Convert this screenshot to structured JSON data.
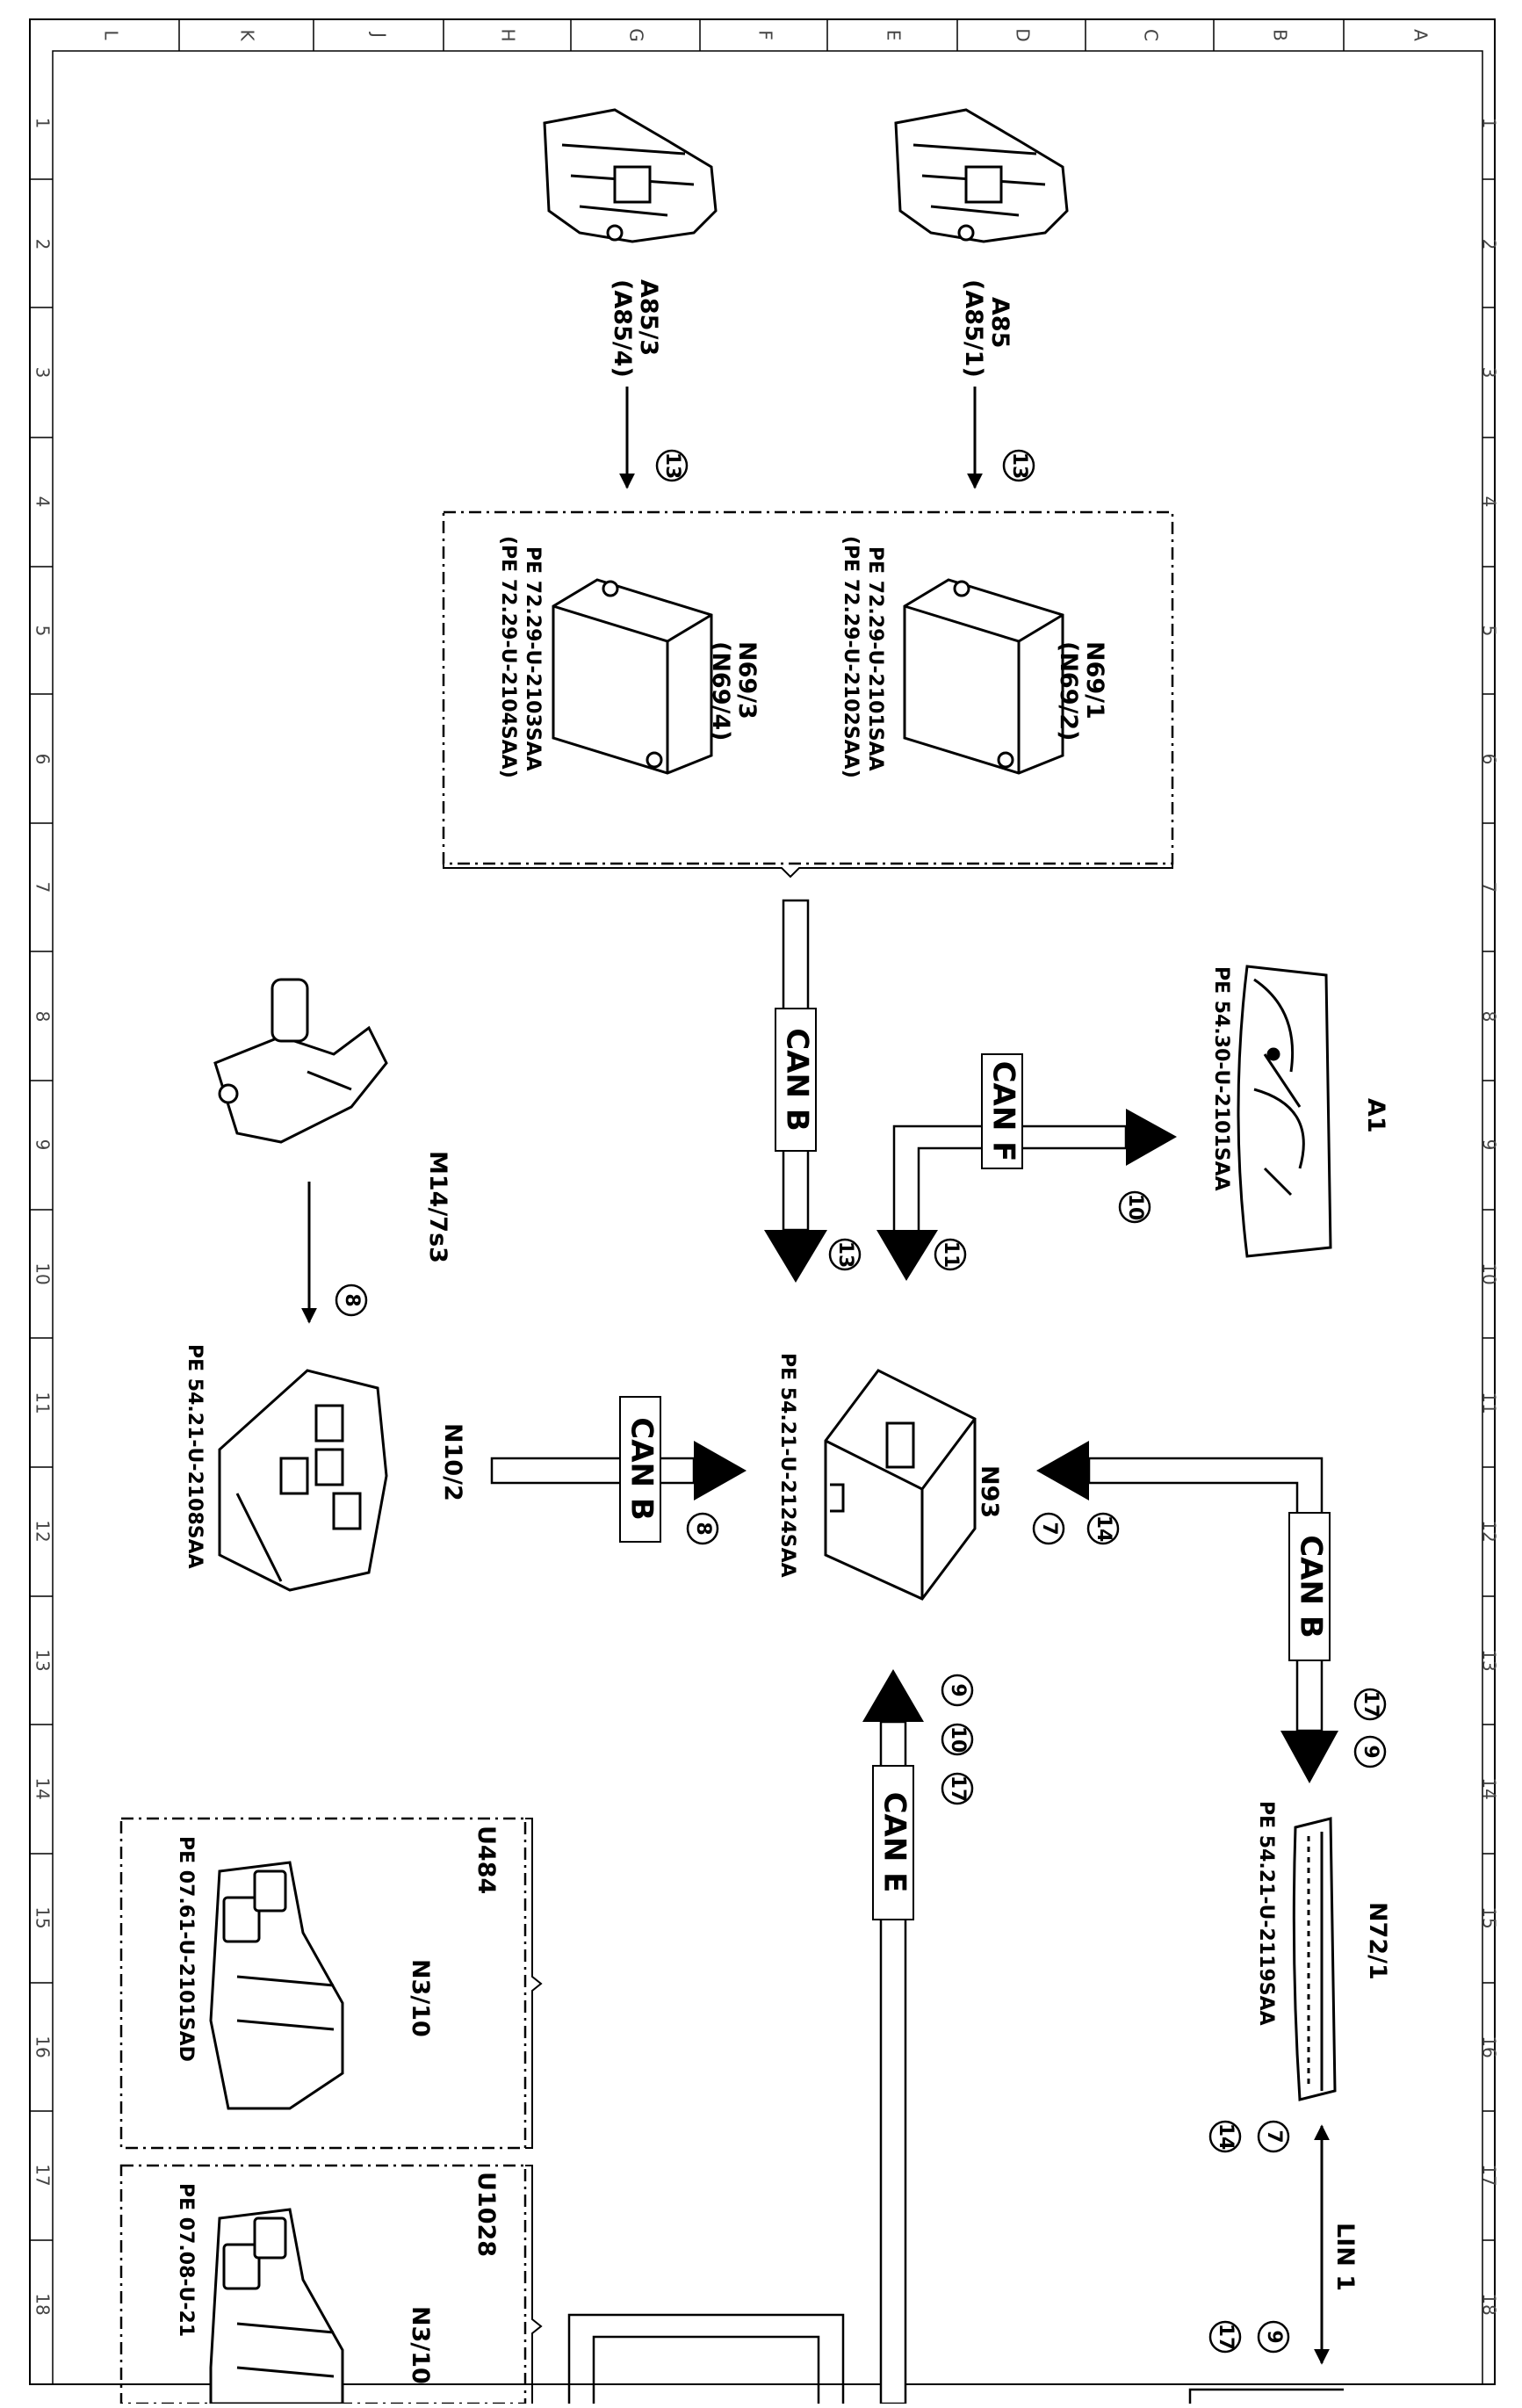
{
  "grid": {
    "columns": [
      "L",
      "K",
      "J",
      "H",
      "G",
      "F",
      "E",
      "D",
      "C",
      "B",
      "A"
    ],
    "rows": [
      "1",
      "2",
      "3",
      "4",
      "5",
      "6",
      "7",
      "8",
      "9",
      "10",
      "11",
      "12",
      "13",
      "14",
      "15",
      "16",
      "17",
      "18"
    ]
  },
  "components": {
    "a85": {
      "name": "A85",
      "alt": "(A85/1)"
    },
    "a85_3": {
      "name": "A85/3",
      "alt": "(A85/4)"
    },
    "n69_1": {
      "name": "N69/1",
      "alt": "(N69/2)",
      "ref1": "PE 72.29-U-2101SAA",
      "ref2": "(PE 72.29-U-2102SAA)"
    },
    "n69_3": {
      "name": "N69/3",
      "alt": "(N69/4)",
      "ref1": "PE 72.29-U-2103SAA",
      "ref2": "(PE 72.29-U-2104SAA)"
    },
    "a1": {
      "name": "A1",
      "ref": "PE 54.30-U-2101SAA"
    },
    "m14": {
      "name": "M14/7s3"
    },
    "n10_2": {
      "name": "N10/2",
      "ref": "PE 54.21-U-2108SAA"
    },
    "n93": {
      "name": "N93",
      "ref": "PE 54.21-U-2124SAA"
    },
    "n72_1": {
      "name": "N72/1",
      "ref": "PE 54.21-U-2119SAA"
    },
    "n3_10_a": {
      "name": "N3/10",
      "group": "U484",
      "ref": "PE 07.61-U-2101SAD"
    },
    "n3_10_b": {
      "name": "N3/10",
      "group": "U1028",
      "ref": "PE 07.08-U-21"
    }
  },
  "buses": {
    "can_b": "CAN B",
    "can_f": "CAN F",
    "can_e": "CAN E",
    "lin_1": "LIN 1"
  },
  "refs": {
    "r13": "13",
    "r10": "10",
    "r11": "11",
    "r8": "8",
    "r14": "14",
    "r7": "7",
    "r17": "17",
    "r9": "9"
  }
}
